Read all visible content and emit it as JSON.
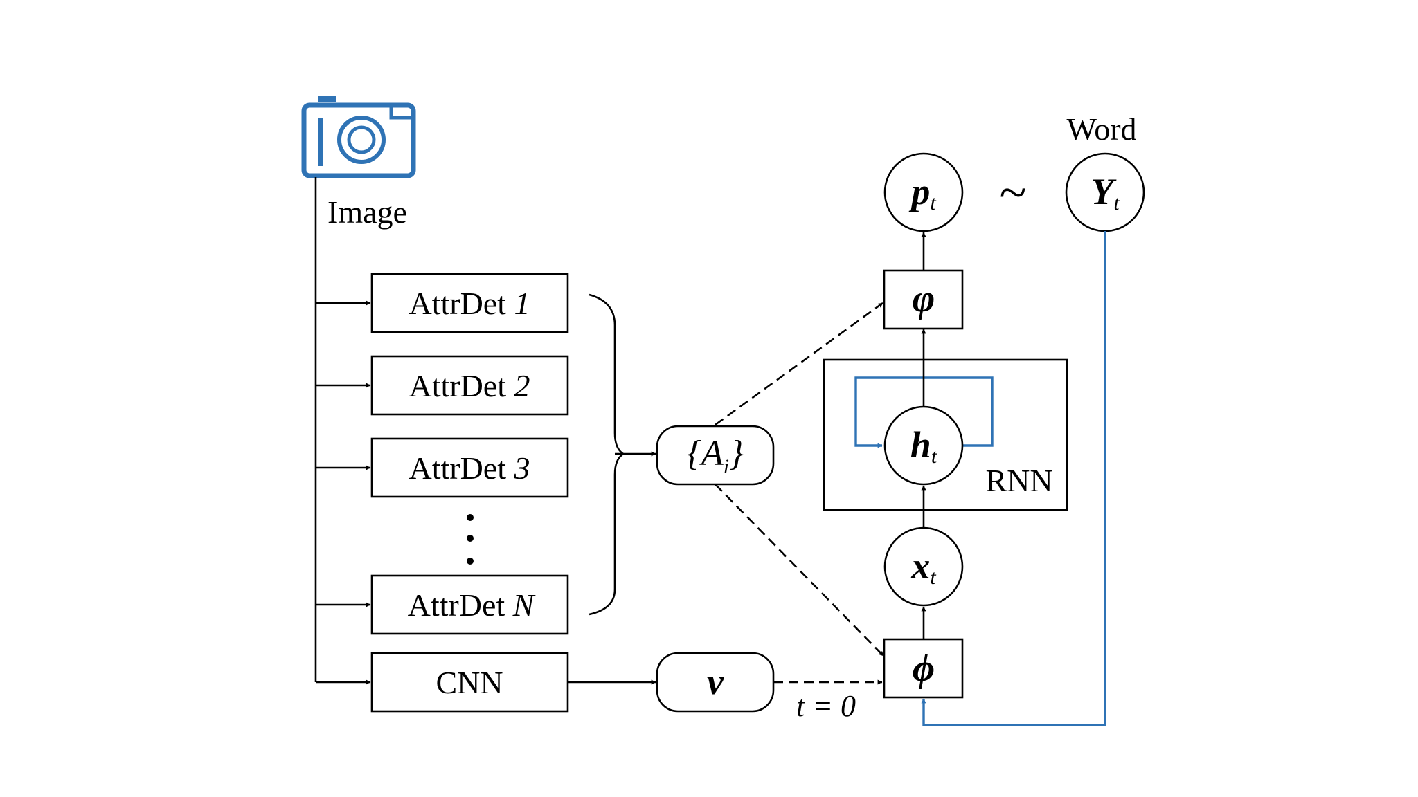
{
  "labels": {
    "image": "Image",
    "word": "Word",
    "rnn": "RNN",
    "tilde": "~",
    "t_zero": "t = 0"
  },
  "detectors": [
    {
      "name": "AttrDet",
      "index": "1"
    },
    {
      "name": "AttrDet",
      "index": "2"
    },
    {
      "name": "AttrDet",
      "index": "3"
    },
    {
      "name": "AttrDet",
      "index": "N"
    }
  ],
  "cnn": "CNN",
  "nodes": {
    "attributes": {
      "open": "{",
      "main": "A",
      "sub": "i",
      "close": "}"
    },
    "v": "v",
    "phi_in": "ϕ",
    "phi_out": "φ",
    "x": {
      "main": "x",
      "sub": "t"
    },
    "h": {
      "main": "h",
      "sub": "t"
    },
    "p": {
      "main": "p",
      "sub": "t"
    },
    "y": {
      "main": "Y",
      "sub": "t"
    }
  },
  "colors": {
    "accent": "#2f73b5",
    "line": "#000000"
  },
  "icons": {
    "image": "camera-icon"
  }
}
